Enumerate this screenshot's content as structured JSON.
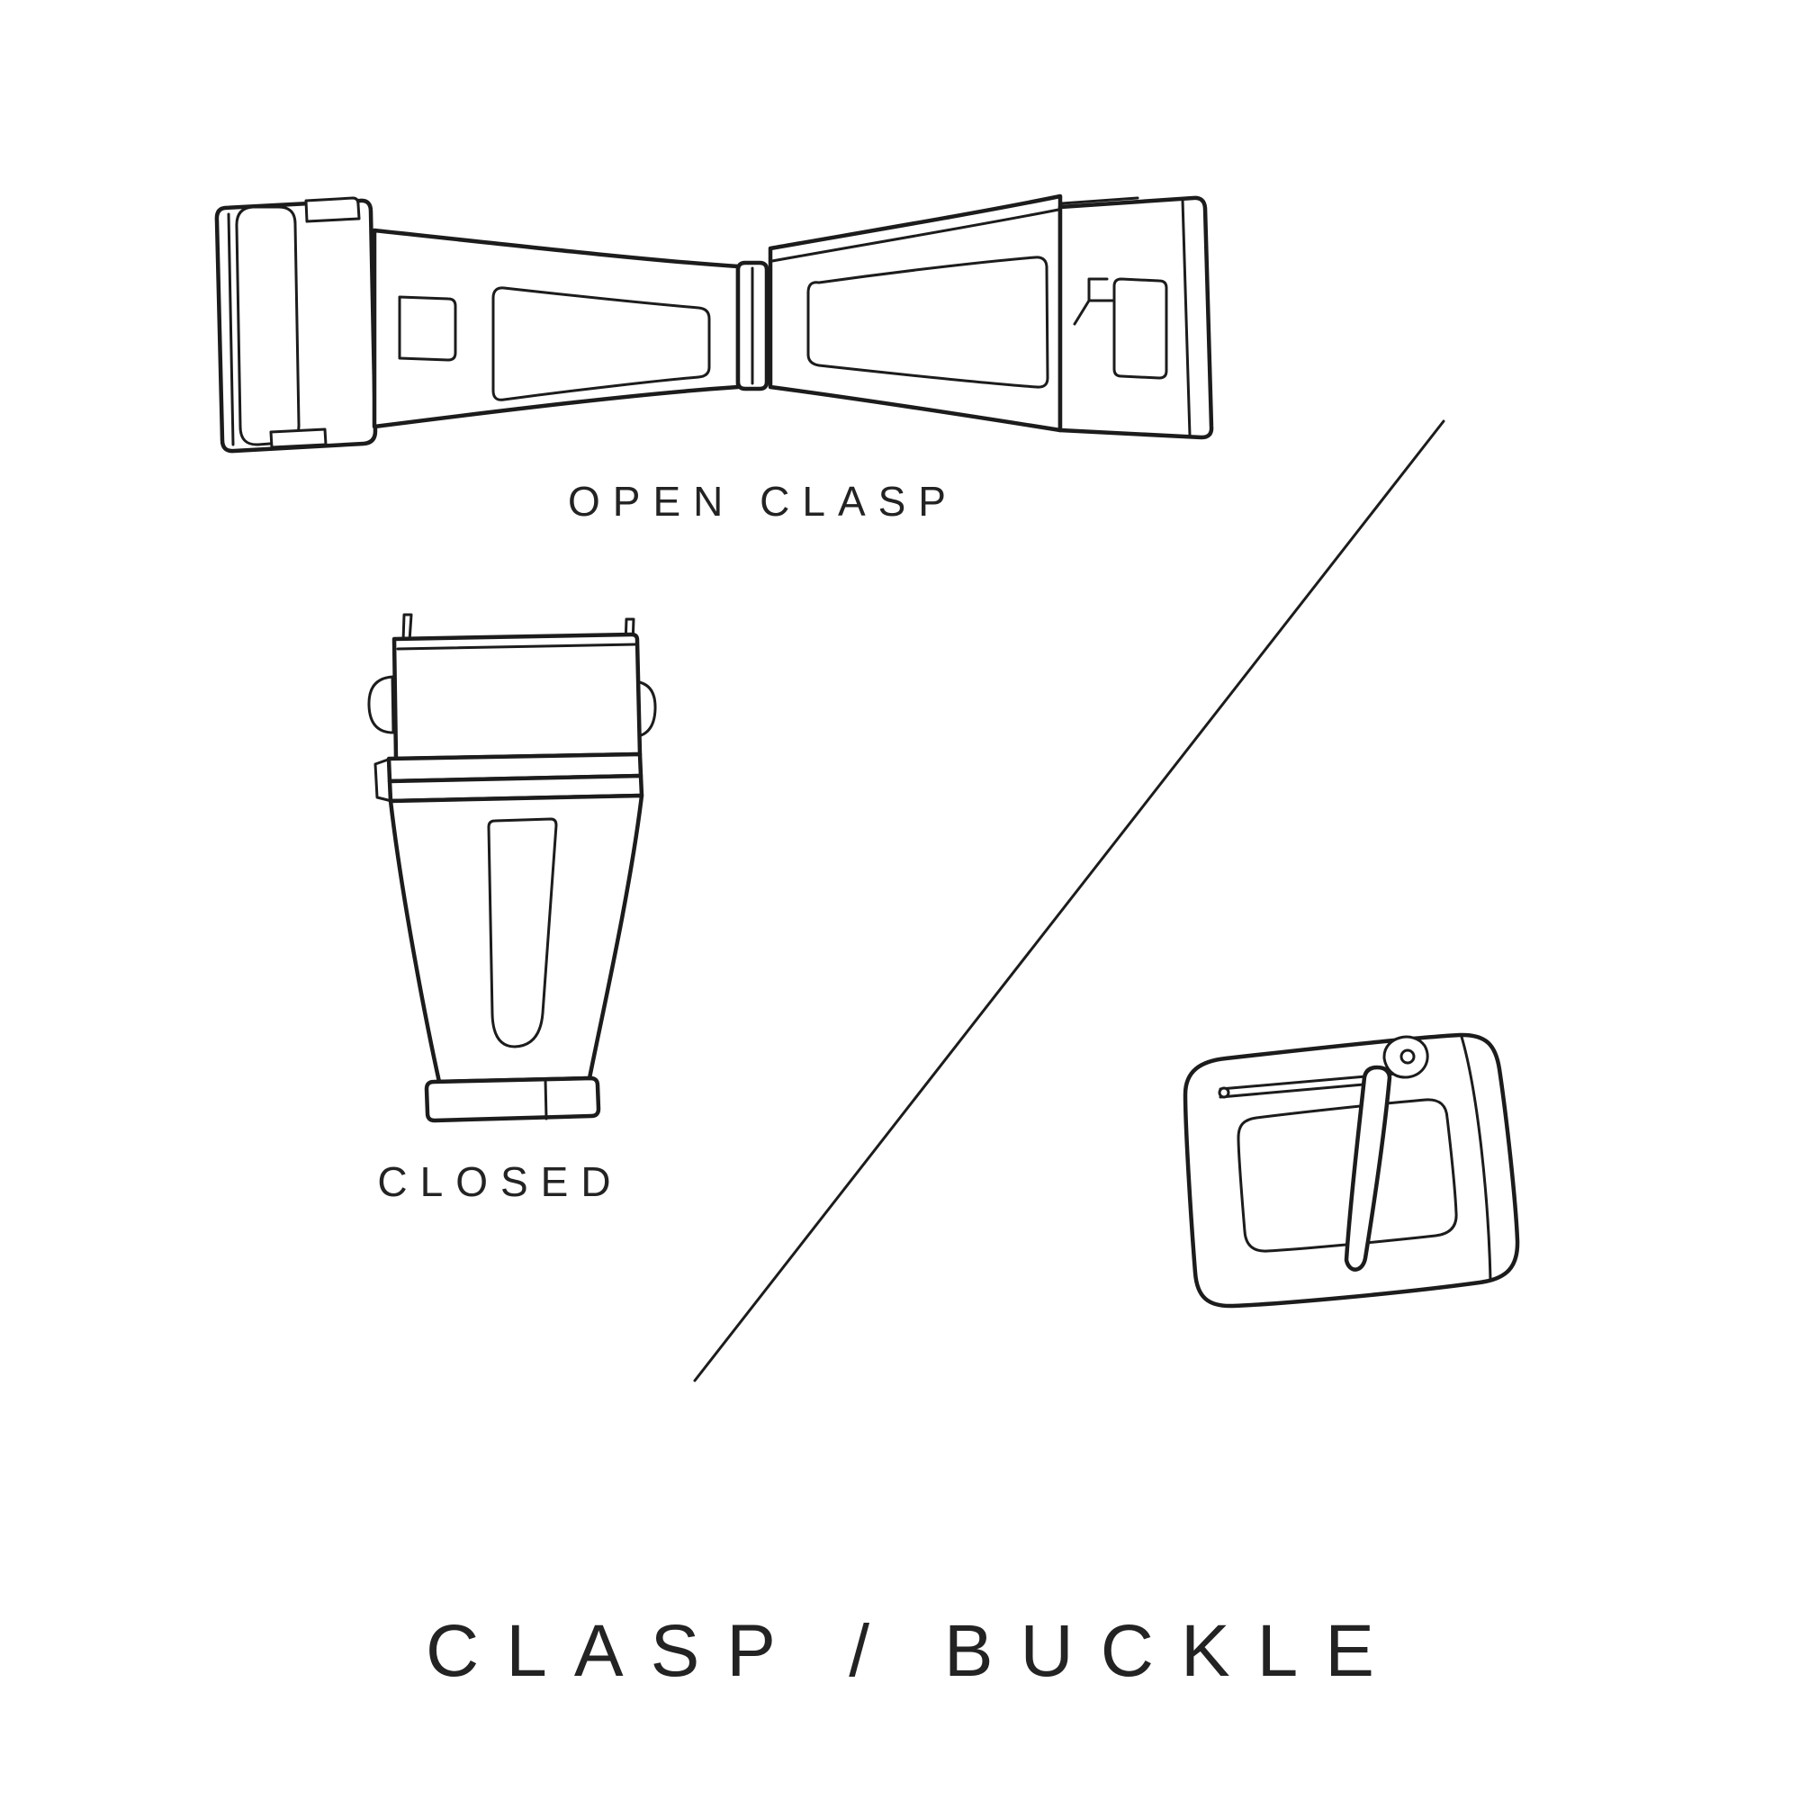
{
  "theme": {
    "background": "#ffffff",
    "line_color": "#1c1c1c",
    "text_color": "#232323"
  },
  "labels": {
    "open_clasp": "OPEN CLASP",
    "closed": "CLOSED",
    "title": "CLASP / BUCKLE"
  },
  "icons": {
    "open_clasp": "open-clasp-illustration",
    "closed_clasp": "closed-clasp-illustration",
    "buckle": "buckle-illustration",
    "divider": "divider-line"
  }
}
